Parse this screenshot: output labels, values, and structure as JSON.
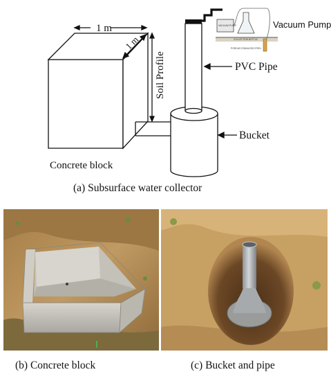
{
  "diagram": {
    "width_label": "1 m",
    "depth_label": "1 m",
    "soil_profile_label": "Soil Profile",
    "concrete_block_label": "Concrete block",
    "pvc_pipe_label": "PVC Pipe",
    "bucket_label": "Bucket",
    "vacuum_pump_label": "Vacuum Pump",
    "inset": {
      "pump_box_label": "VACUUM PUMP",
      "bottle_label": "COLLECTION BOTTLE",
      "steel_label": "POROUS STAINLESS STEEL"
    },
    "caption_a": "(a) Subsurface water collector"
  },
  "photos": {
    "caption_b": "(b) Concrete block",
    "caption_c": "(c) Bucket and pipe"
  },
  "colors": {
    "line": "#111111",
    "soil": "#b98f55",
    "grass": "#6f8a3a",
    "concrete": "#c9c7bf",
    "pipe": "#b5b8ba"
  }
}
